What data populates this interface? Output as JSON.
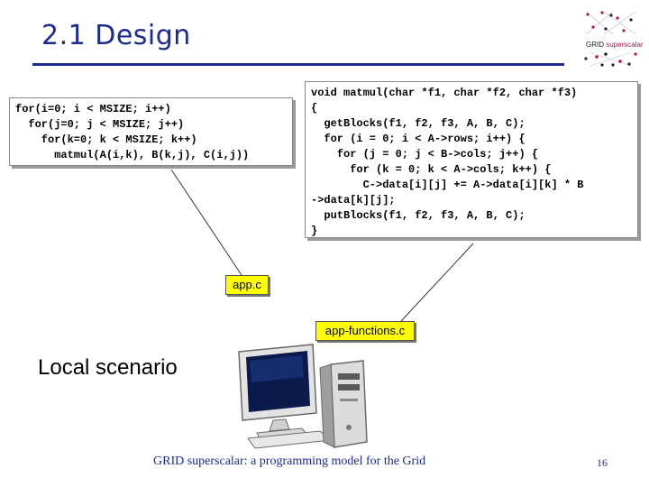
{
  "slide": {
    "title": "2.1 Design",
    "logo_text_main": "GRID",
    "logo_text_accent": "superscalar",
    "code_local": "for(i=0; i < MSIZE; i++)\n  for(j=0; j < MSIZE; j++)\n    for(k=0; k < MSIZE; k++)\n      matmul(A(i,k), B(k,j), C(i,j))",
    "code_functions": "void matmul(char *f1, char *f2, char *f3)\n{\n  getBlocks(f1, f2, f3, A, B, C);\n  for (i = 0; i < A->rows; i++) {\n    for (j = 0; j < B->cols; j++) {\n      for (k = 0; k < A->cols; k++) {\n        C->data[i][j] += A->data[i][k] * B\n->data[k][j];\n  putBlocks(f1, f2, f3, A, B, C);\n}",
    "app_label": "app.c",
    "functions_label": "app-functions.c",
    "scenario_label": "Local scenario",
    "footer": "GRID superscalar: a programming model for the Grid",
    "page_number": "16"
  },
  "colors": {
    "title": "#1c2b8f",
    "label_bg": "#ffff00",
    "logo_accent": "#b0164a"
  },
  "icons": [
    "desktop-computer-icon",
    "grid-superscalar-logo"
  ]
}
